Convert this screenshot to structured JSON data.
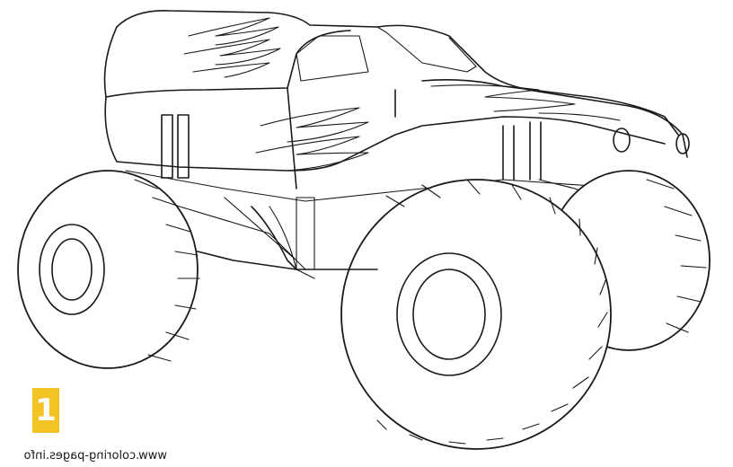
{
  "page_badge": "1",
  "watermark_text": "www.coloring-pages.info",
  "artwork": {
    "subject": "monster-truck-coloring-page",
    "line_color": "#1a1a1a",
    "badge_color": "#f3c224"
  }
}
